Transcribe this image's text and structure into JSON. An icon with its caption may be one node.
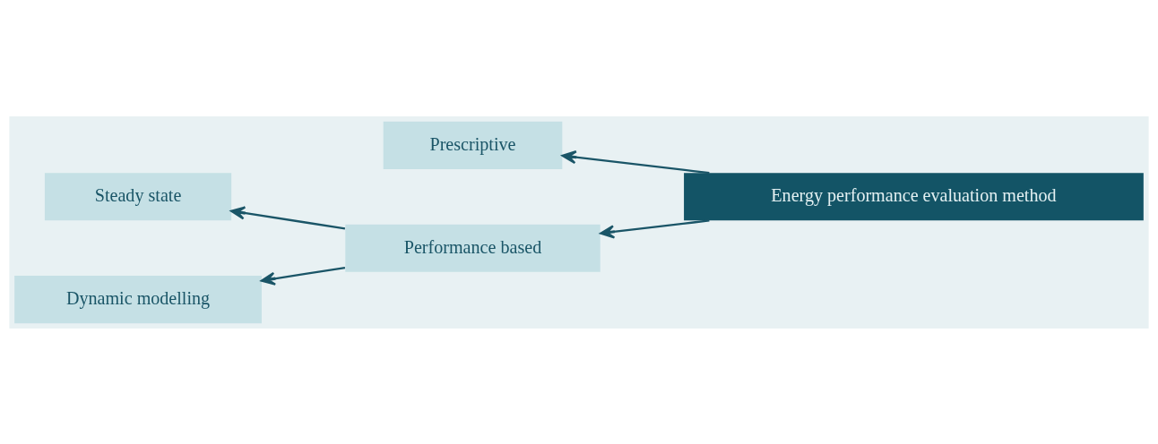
{
  "diagram": {
    "nodes": [
      {
        "text": [
          "Prescriptive"
        ]
      },
      {
        "text": [
          "Performance based"
        ]
      },
      {
        "text": [
          "Energy performance evaluation method"
        ]
      },
      {
        "text": [
          "Steady state"
        ]
      },
      {
        "text": [
          "Dynamic modelling"
        ]
      }
    ],
    "edges": [
      {
        "from": 2,
        "to": 0,
        "arrow": "to"
      },
      {
        "from": 2,
        "to": 1,
        "arrow": "to"
      },
      {
        "from": 1,
        "to": 3,
        "arrow": "to"
      },
      {
        "from": 1,
        "to": 4,
        "arrow": "to"
      }
    ]
  }
}
